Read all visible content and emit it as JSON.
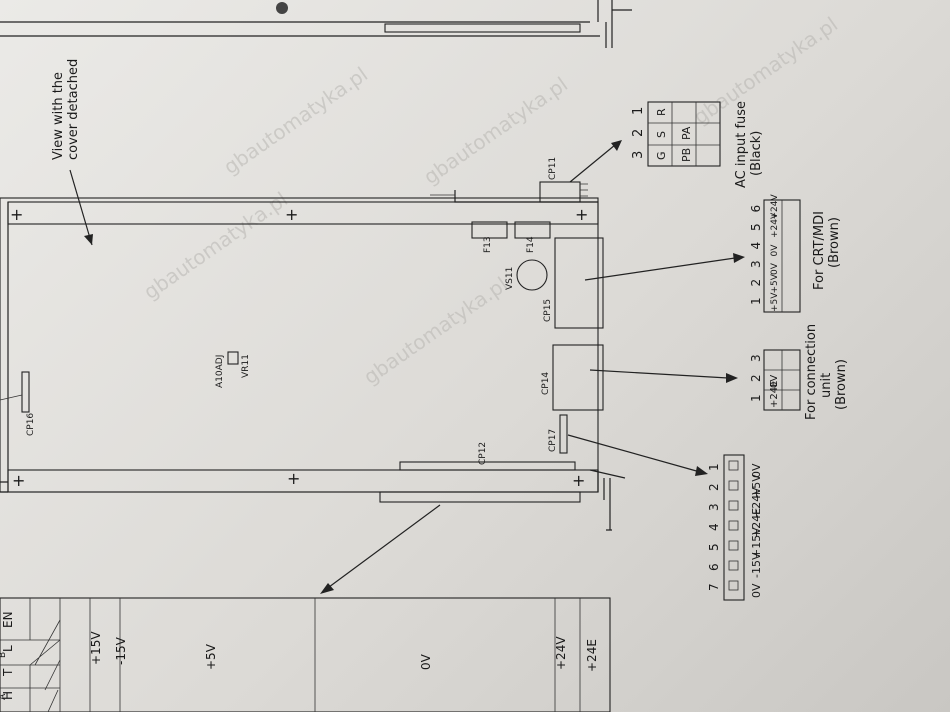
{
  "watermark": "gbautomatyka.pl",
  "cover_note": "View with the cover detached",
  "board": {
    "connectors": [
      "CP16",
      "CP12",
      "CP17",
      "CP14",
      "CP15",
      "CP11"
    ],
    "adjust_label": "A10ADJ",
    "vr_label": "VR11",
    "vs_label": "VS11",
    "fuses": [
      "F13",
      "F14"
    ]
  },
  "fuse_block": {
    "title": "AC input fuse",
    "color_note": "(Black)",
    "pin_numbers": [
      "3",
      "2",
      "1"
    ],
    "row1": [
      "G",
      "S",
      "R"
    ],
    "row2": [
      "PB",
      "PA",
      ""
    ]
  },
  "crt_block": {
    "title": "For CRT/MDI",
    "color_note": "(Brown)",
    "pin_numbers": [
      "1",
      "2",
      "3",
      "4",
      "5",
      "6"
    ],
    "pins": [
      "+5V",
      "+5V",
      "0V",
      "0V",
      "+24V",
      "+24V"
    ]
  },
  "conn_unit_block": {
    "title": "For connection",
    "title2": "unit",
    "color_note": "(Brown)",
    "pin_numbers": [
      "1",
      "2",
      "3"
    ],
    "pins": [
      "+24E",
      "0V",
      ""
    ]
  },
  "cp17_block": {
    "pin_numbers": [
      "1",
      "2",
      "3",
      "4",
      "5",
      "6",
      "7"
    ],
    "pins": [
      "0V",
      "+5V",
      "+24V",
      "+24E",
      "+15V",
      "-15V",
      "0V"
    ]
  },
  "voltage_table": {
    "header": [
      "H",
      "T",
      "L",
      "EN"
    ],
    "left_letters": [
      "A",
      "B"
    ],
    "rows": [
      "+15V",
      "-15V",
      "+5V",
      "0V",
      "+24V",
      "+24E"
    ]
  }
}
